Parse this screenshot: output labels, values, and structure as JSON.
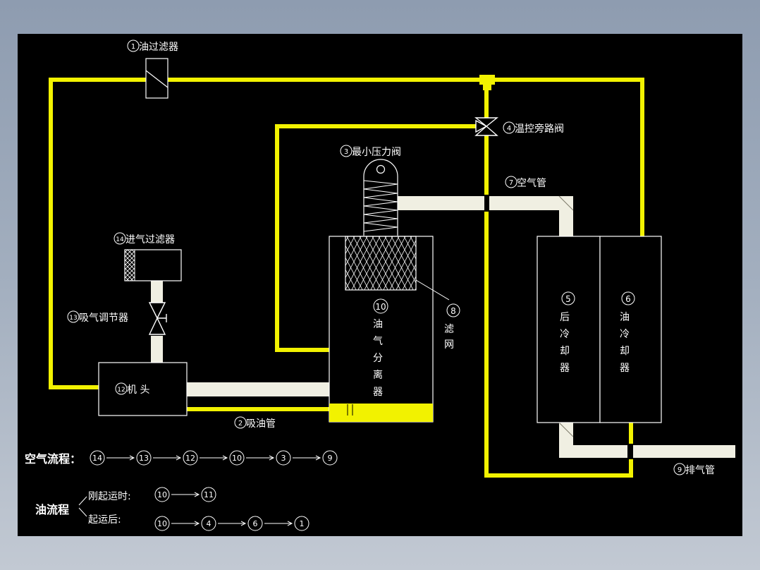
{
  "labels": {
    "oil_filter": "油过滤器",
    "temp_bypass_valve": "温控旁路阀",
    "min_pressure_valve": "最小压力阀",
    "air_pipe": "空气管",
    "inlet_filter": "进气过滤器",
    "intake_regulator": "吸气调节器",
    "head": "机 头",
    "oil_suction_pipe": "吸油管",
    "exhaust_pipe": "排气管",
    "separator_v": [
      "油",
      "气",
      "分",
      "离",
      "器"
    ],
    "filter_mesh_v": [
      "滤",
      "网"
    ],
    "aftercooler_v": [
      "后",
      "冷",
      "却",
      "器"
    ],
    "oil_cooler_v": [
      "油",
      "冷",
      "却",
      "器"
    ]
  },
  "numbers": {
    "oil_filter": "1",
    "oil_suction_pipe": "2",
    "min_pressure_valve": "3",
    "temp_bypass_valve": "4",
    "aftercooler": "5",
    "oil_cooler": "6",
    "air_pipe": "7",
    "filter_mesh": "8",
    "exhaust_pipe": "9",
    "separator": "10",
    "head": "12",
    "intake_regulator": "13",
    "inlet_filter": "14"
  },
  "legend": {
    "air_flow_title": "空气流程：",
    "air_flow_steps": [
      "14",
      "13",
      "12",
      "10",
      "3",
      "9"
    ],
    "oil_flow_title": "油流程",
    "oil_start_label": "刚起运时:",
    "oil_start_steps": [
      "10",
      "11"
    ],
    "oil_run_label": "起运后:",
    "oil_run_steps": [
      "10",
      "4",
      "6",
      "1"
    ]
  },
  "colors": {
    "oil_line": "#f2f200",
    "air_pipe": "#f0efe2",
    "background": "#000000"
  }
}
